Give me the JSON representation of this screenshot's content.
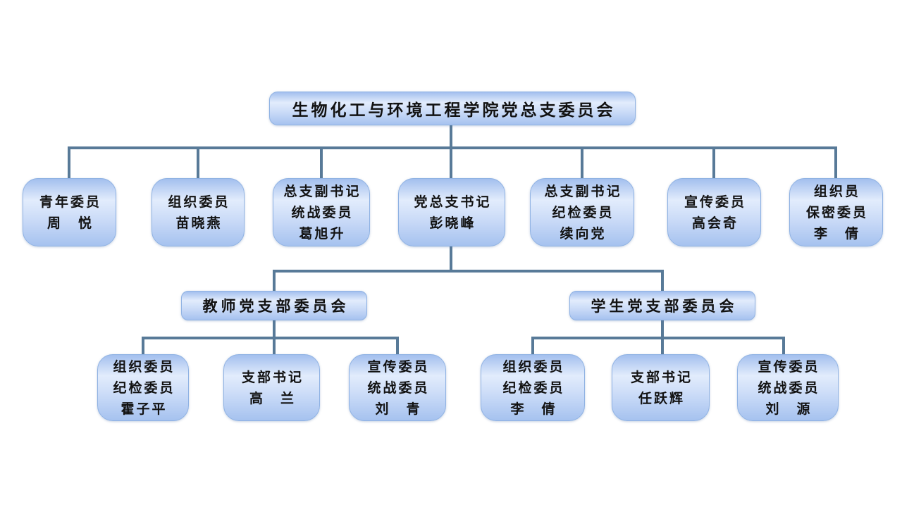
{
  "styles": {
    "line_color": "#587a98",
    "box_border": "#8fb2e3",
    "box_gradient_top": "#a3bfee",
    "box_gradient_light": "#e2ecfc",
    "box_gradient_mid": "#cdddf8",
    "box_gradient_bottom": "#a6c2ef",
    "text_color": "#121212",
    "background": "#ffffff"
  },
  "org_chart": {
    "type": "organization-chart",
    "root": {
      "text": "生物化工与环境工程学院党总支委员会"
    },
    "level2": [
      {
        "roles": [
          "青年委员"
        ],
        "name": "周　悦",
        "text": "青年委员\n周　悦"
      },
      {
        "roles": [
          "组织委员"
        ],
        "name": "苗晓燕",
        "text": "组织委员\n苗晓燕"
      },
      {
        "roles": [
          "总支副书记",
          "统战委员"
        ],
        "name": "葛旭升",
        "text": "总支副书记\n统战委员\n葛旭升"
      },
      {
        "roles": [
          "党总支书记"
        ],
        "name": "彭晓峰",
        "text": "党总支书记\n彭晓峰"
      },
      {
        "roles": [
          "总支副书记",
          "纪检委员"
        ],
        "name": "续向党",
        "text": "总支副书记\n纪检委员\n续向党"
      },
      {
        "roles": [
          "宣传委员"
        ],
        "name": "高会奇",
        "text": "宣传委员\n高会奇"
      },
      {
        "roles": [
          "组织员",
          "保密委员"
        ],
        "name": "李　倩",
        "text": "组织员\n保密委员\n李　倩"
      }
    ],
    "branches": [
      {
        "title": "教师党支部委员会",
        "members": [
          {
            "roles": [
              "组织委员",
              "纪检委员"
            ],
            "name": "霍子平",
            "text": "组织委员\n纪检委员\n霍子平"
          },
          {
            "roles": [
              "支部书记"
            ],
            "name": "高　兰",
            "text": "支部书记\n高　兰"
          },
          {
            "roles": [
              "宣传委员",
              "统战委员"
            ],
            "name": "刘　青",
            "text": "宣传委员\n统战委员\n刘　青"
          }
        ]
      },
      {
        "title": "学生党支部委员会",
        "members": [
          {
            "roles": [
              "组织委员",
              "纪检委员"
            ],
            "name": "李　倩",
            "text": "组织委员\n纪检委员\n李　倩"
          },
          {
            "roles": [
              "支部书记"
            ],
            "name": "任跃辉",
            "text": "支部书记\n任跃辉"
          },
          {
            "roles": [
              "宣传委员",
              "统战委员"
            ],
            "name": "刘　源",
            "text": "宣传委员\n统战委员\n刘　源"
          }
        ]
      }
    ]
  }
}
